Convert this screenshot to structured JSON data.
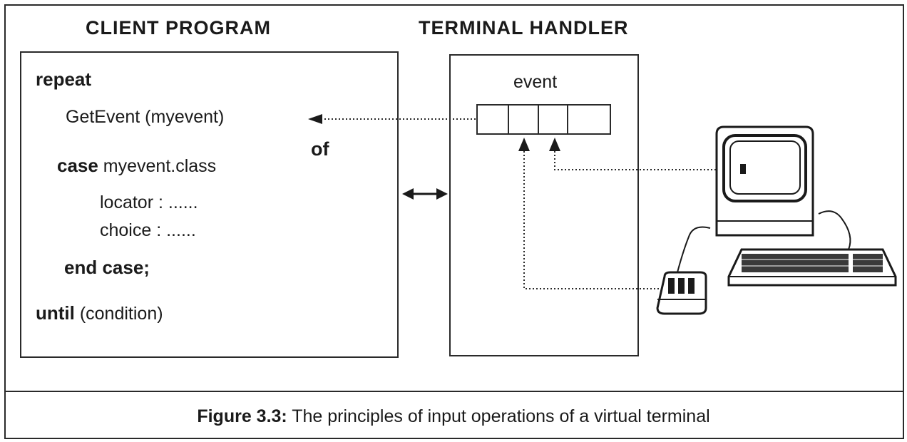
{
  "headings": {
    "client": "CLIENT PROGRAM",
    "handler": "TERMINAL HANDLER"
  },
  "code": {
    "repeat_kw": "repeat",
    "getevent": "GetEvent (myevent)",
    "case_kw": "case",
    "case_expr": " myevent.class",
    "of_kw": "of",
    "locator": "locator  : ......",
    "choice": "choice    : ......",
    "end_case": "end  case;",
    "until_kw": "until",
    "until_cond": " (condition)"
  },
  "handler": {
    "event_label": "event"
  },
  "caption": {
    "label": "Figure 3.3:",
    "text": "  The principles of input operations of a virtual terminal"
  }
}
